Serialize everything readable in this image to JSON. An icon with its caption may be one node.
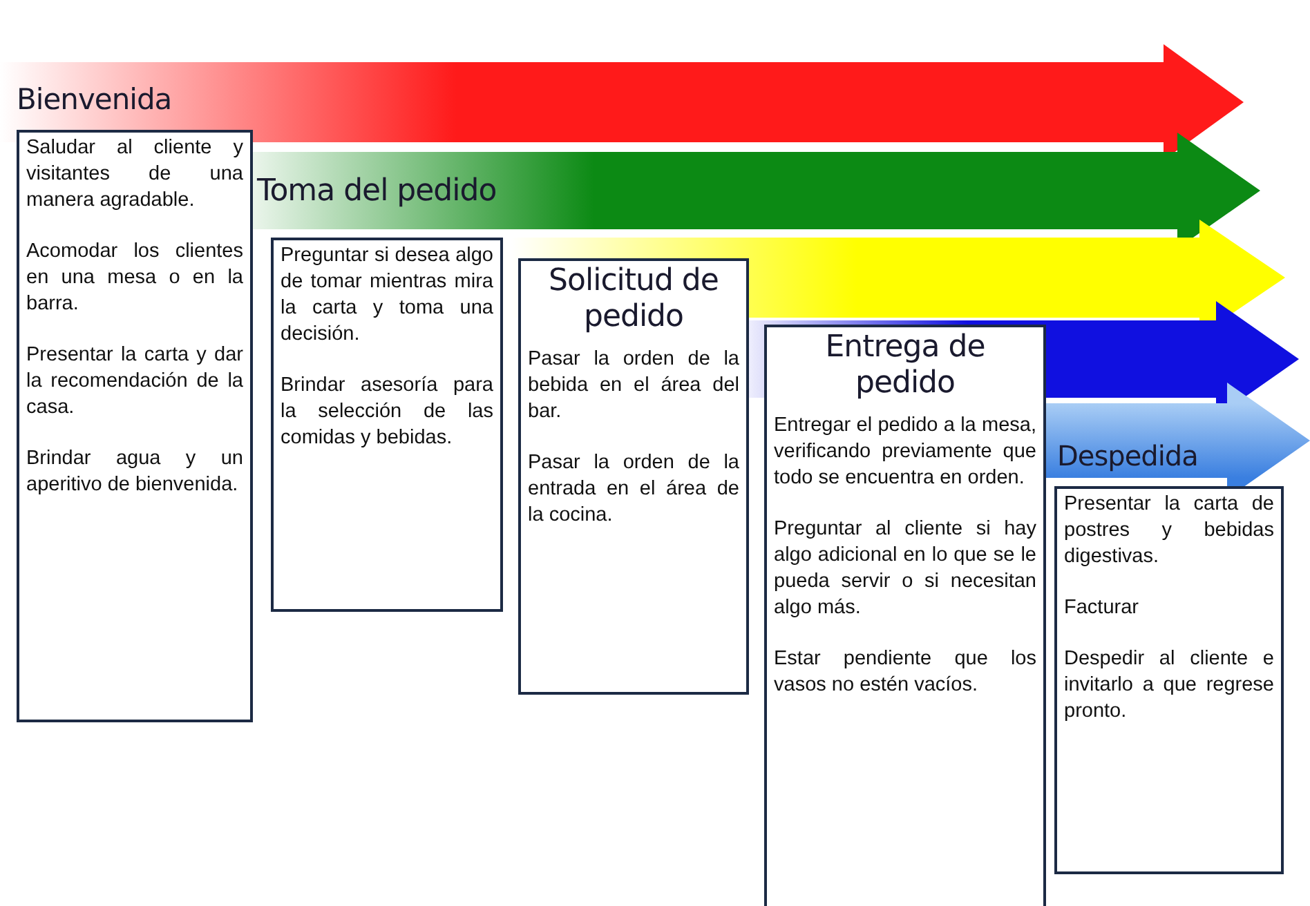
{
  "diagram": {
    "nodes": [
      {
        "text": [
          "Bienvenida",
          "Saludar al cliente y visitantes de una manera agradable.",
          "Acomodar los clientes en una mesa o en la barra.",
          "Presentar la carta y dar la recomendación de la casa.",
          "Brindar agua y un aperitivo de bienvenida."
        ]
      },
      {
        "text": [
          "Toma del pedido",
          "Preguntar si desea algo de tomar mientras mira la carta y toma una decisión.",
          "Brindar asesoría para la selección de las comidas y bebidas."
        ]
      },
      {
        "text": [
          "Solicitud de pedido",
          "Pasar la orden de la bebida en el área del bar.",
          "Pasar la orden de la entrada en el área de la cocina."
        ]
      },
      {
        "text": [
          "Entrega de pedido",
          "Entregar el pedido a la mesa, verificando previamente que todo se encuentra en orden.",
          "Preguntar al cliente si hay algo adicional en lo que se le pueda servir o si necesitan algo más.",
          "Estar pendiente que los vasos no estén vacíos."
        ]
      },
      {
        "text": [
          "Despedida",
          "Presentar la carta de postres y bebidas digestivas.",
          "Facturar",
          "Despedir al cliente e invitarlo a que regrese pronto."
        ]
      }
    ]
  }
}
